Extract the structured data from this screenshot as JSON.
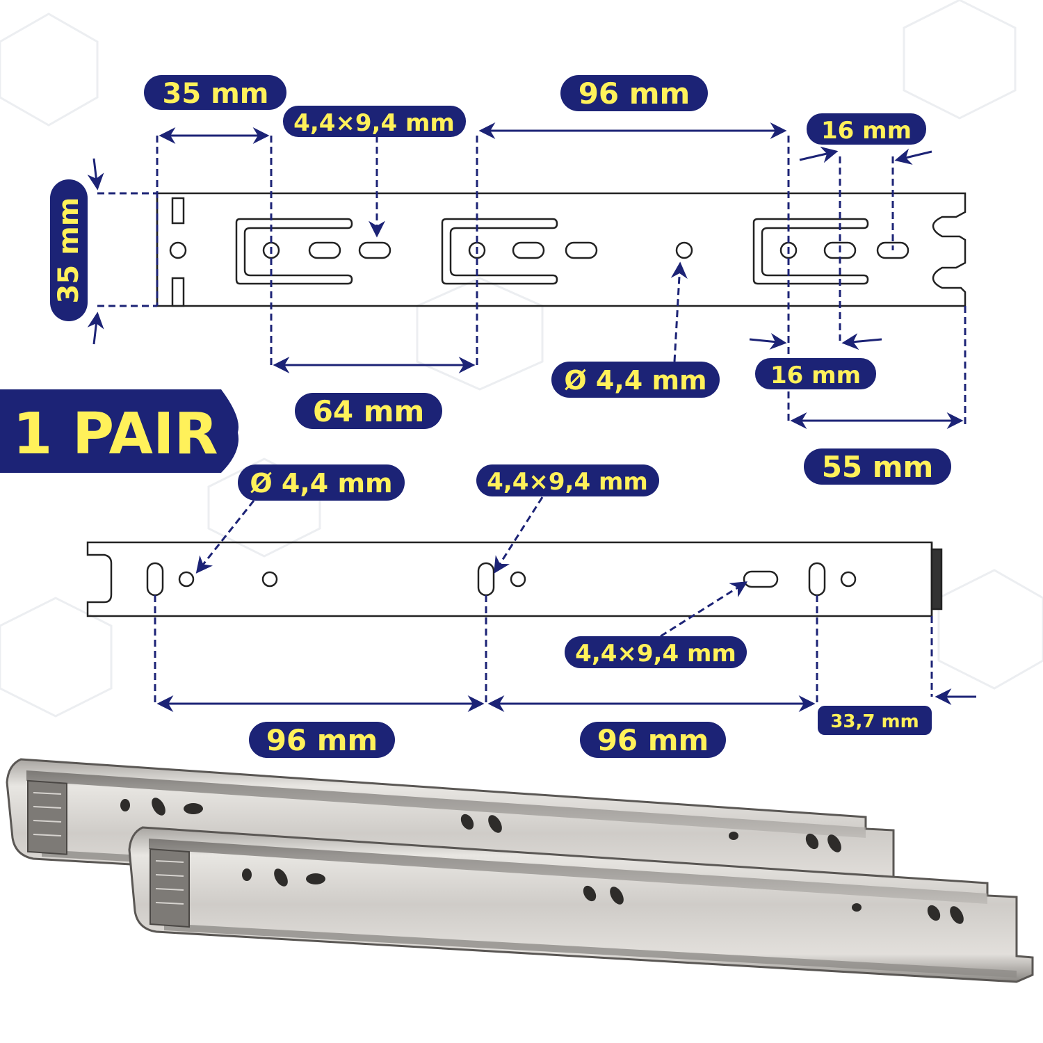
{
  "colors": {
    "navy": "#1c2376",
    "yellow": "#fff15a",
    "line": "#222222",
    "background": "#ffffff",
    "hex_pattern": "#eceef1",
    "metal_light": "#d9d6d2",
    "metal_dark": "#6f6c69"
  },
  "badge": {
    "text": "1 PAIR"
  },
  "top_rail": {
    "labels": {
      "height": "35 mm",
      "front_offset": "35 mm",
      "slot_top": "4,4×9,4 mm",
      "hole_spacing_top": "96 mm",
      "end_spacing": "16 mm",
      "hole_spacing_bottom": "64 mm",
      "hole_diameter": "Ø 4,4 mm",
      "end_spacing_bottom": "16 mm",
      "end_offset": "55 mm"
    }
  },
  "bottom_rail": {
    "labels": {
      "hole_diameter": "Ø 4,4 mm",
      "slot_top": "4,4×9,4 mm",
      "slot_bottom": "4,4×9,4 mm",
      "spacing_left": "96 mm",
      "spacing_right": "96 mm",
      "end_offset": "33,7 mm"
    }
  },
  "product": {
    "icons": [
      "drawer-slide-rail",
      "drawer-slide-rail"
    ]
  }
}
